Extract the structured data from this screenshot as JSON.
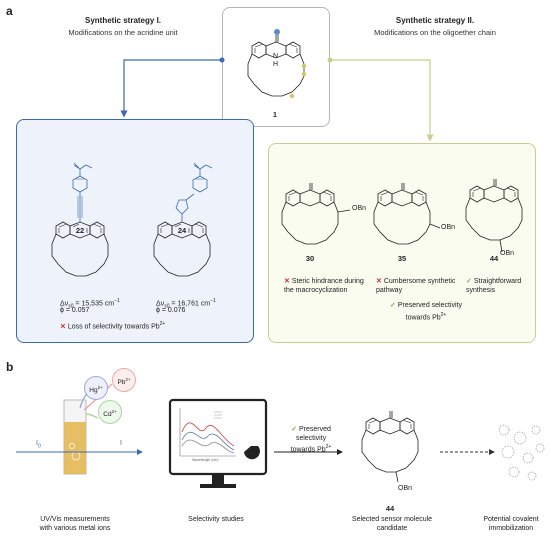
{
  "panel_a": {
    "letter": "a",
    "strategy1": {
      "title": "Synthetic strategy I.",
      "subtitle": "Modifications on the acridine unit"
    },
    "strategy2": {
      "title": "Synthetic strategy II.",
      "subtitle": "Modifications on the oligoether chain"
    },
    "center_compound": "1",
    "left_compounds": [
      {
        "id": "22",
        "dv_label": "Δν",
        "dv_sub": "s0",
        "dv_value": "= 15,535 cm",
        "dv_unit_sup": "−1",
        "phi": "ϕ = 0.057"
      },
      {
        "id": "24",
        "dv_label": "Δν",
        "dv_sub": "s0",
        "dv_value": "= 16,761 cm",
        "dv_unit_sup": "−1",
        "phi": "ϕ = 0.076"
      }
    ],
    "left_note": "Loss of selectivity towards Pb",
    "left_note_sup": "2+",
    "right_compounds": [
      "30",
      "35",
      "44"
    ],
    "right_notes": [
      {
        "mark": "✕",
        "text": "Steric hindrance during the macrocyclization"
      },
      {
        "mark": "✕",
        "text": "Cumbersome synthetic pathway"
      },
      {
        "mark": "✓",
        "text": "Straightforward synthesis"
      }
    ],
    "preserved": {
      "mark": "✓",
      "line1": "Preserved selectivity",
      "line2": "towards Pb",
      "sup": "2+"
    },
    "obn": "OBn",
    "atoms": {
      "O": "O",
      "N": "N",
      "H": "H",
      "NH": "N\nH"
    }
  },
  "panel_b": {
    "letter": "b",
    "ions": [
      {
        "symbol": "Hg",
        "charge": "2+",
        "color": "#9aa7e0"
      },
      {
        "symbol": "Pb",
        "charge": "2+",
        "color": "#f0a5a5"
      },
      {
        "symbol": "Cd",
        "charge": "2+",
        "color": "#a6d89d"
      }
    ],
    "beam_in": "I",
    "beam_in_sub": "0",
    "beam_out": "I",
    "arrow_text_line1": "Preserved selectivity",
    "arrow_text_line2": "towards Pb",
    "arrow_text_sup": "2+",
    "arrow_mark": "✓",
    "compound_id": "44",
    "obn": "OBn",
    "chart_axis_label": "Wavelength (nm)",
    "captions": [
      {
        "line1": "UV/Vis measurements",
        "line2": "with various metal ions"
      },
      {
        "line1": "Selectivity studies",
        "line2": ""
      },
      {
        "line1": "Selected sensor molecule",
        "line2": "candidate"
      },
      {
        "line1": "Potential covalent",
        "line2": "immobilization"
      }
    ]
  }
}
